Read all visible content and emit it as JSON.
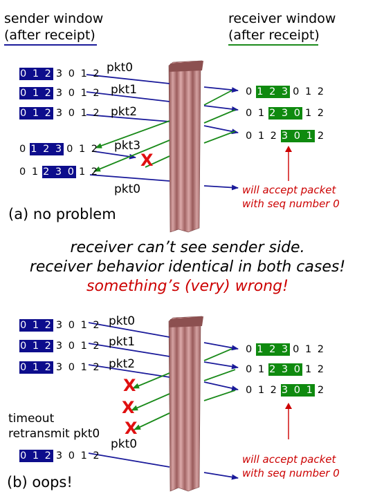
{
  "headers": {
    "sender_line1": "sender window",
    "sender_line2": "(after receipt)",
    "receiver_line1": "receiver window",
    "receiver_line2": "(after receipt)"
  },
  "sender_rows_a": [
    {
      "before": "",
      "highlight": "0 1 2",
      "after": "3 0 1 2"
    },
    {
      "before": "",
      "highlight": "0 1 2",
      "after": "3 0 1 2"
    },
    {
      "before": "",
      "highlight": "0 1 2",
      "after": "3 0 1 2"
    },
    {
      "before": "0",
      "highlight": "1 2 3",
      "after": "0 1 2"
    },
    {
      "before": "0 1",
      "highlight": "2 3 0",
      "after": "1 2"
    }
  ],
  "receiver_rows": [
    {
      "before": "0",
      "highlight": "1 2 3",
      "after": "0 1 2"
    },
    {
      "before": "0 1",
      "highlight": "2 3 0",
      "after": "1 2"
    },
    {
      "before": "0 1 2",
      "highlight": "3 0 1",
      "after": "2"
    }
  ],
  "packets_a": [
    "pkt0",
    "pkt1",
    "pkt2",
    "pkt3",
    "pkt0"
  ],
  "accept_note_line1": "will accept packet",
  "accept_note_line2": "with seq number 0",
  "caption_a": "(a) no problem",
  "middle": {
    "line1": "receiver can’t see sender side.",
    "line2": "receiver behavior identical in both cases!",
    "line3": "something’s (very) wrong!"
  },
  "sender_rows_b": [
    {
      "before": "",
      "highlight": "0 1 2",
      "after": "3 0 1 2"
    },
    {
      "before": "",
      "highlight": "0 1 2",
      "after": "3 0 1 2"
    },
    {
      "before": "",
      "highlight": "0 1 2",
      "after": "3 0 1 2"
    },
    {
      "before": "",
      "highlight": "0 1 2",
      "after": "3 0 1 2"
    }
  ],
  "packets_b": [
    "pkt0",
    "pkt1",
    "pkt2",
    "pkt0"
  ],
  "timeout_line1": "timeout",
  "timeout_line2": "retransmit pkt0",
  "caption_b": "(b) oops!",
  "loss_mark": "X",
  "colors": {
    "sender_highlight": "#0d0d8c",
    "receiver_highlight": "#0f8a0f",
    "forward_arrow": "#1a1a9a",
    "ack_arrow": "#1a8a1a",
    "loss": "#e01010",
    "curtain": "#b07070"
  }
}
